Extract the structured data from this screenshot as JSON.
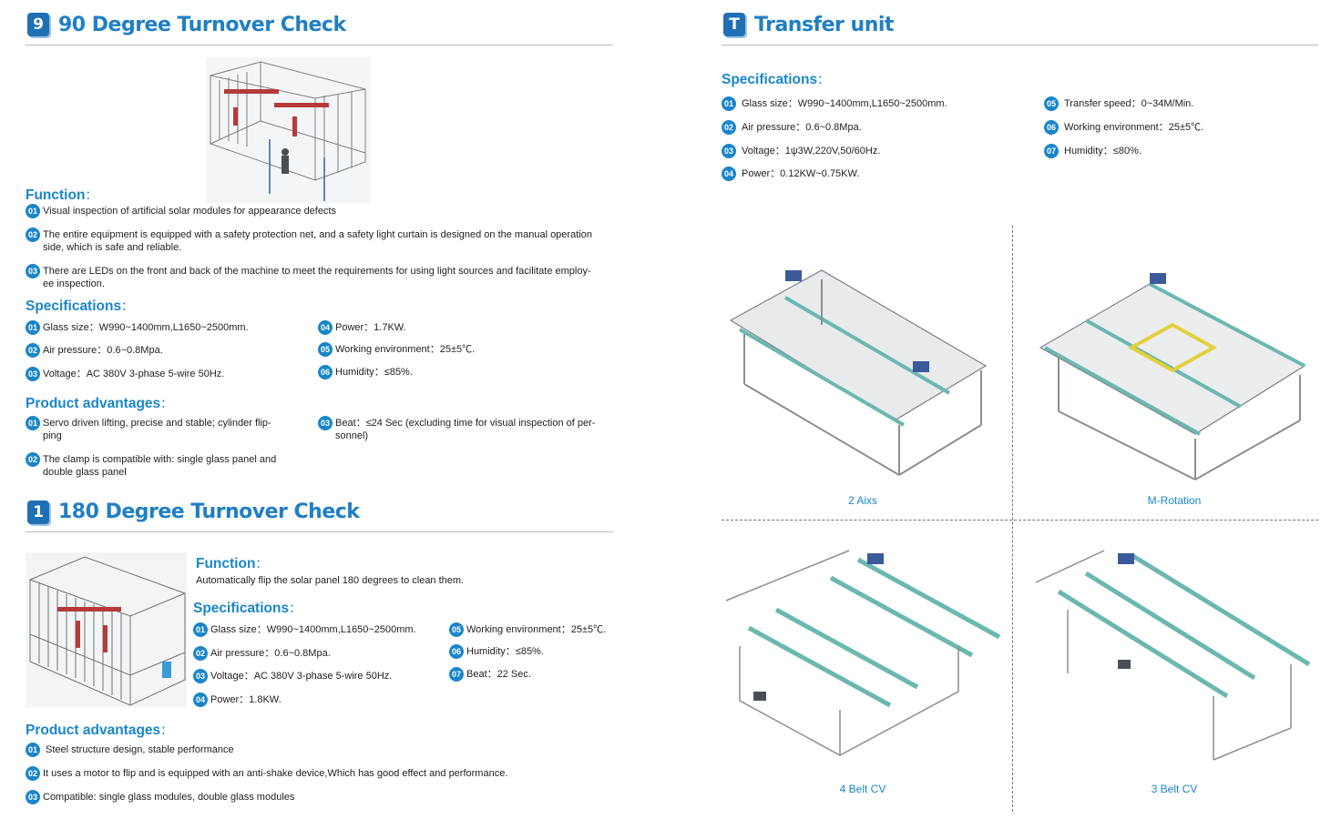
{
  "sec90": {
    "badge": "9",
    "title": "90 Degree Turnover Check",
    "function_heading": "Function",
    "function_items": [
      {
        "num": "01",
        "text": "Visual inspection of artificial solar modules for appearance defects"
      },
      {
        "num": "02",
        "line1": "The entire equipment is equipped with a safety protection net, and a safety light curtain is designed on the manual operation",
        "line2": "side, which is safe and reliable."
      },
      {
        "num": "03",
        "line1": "There are LEDs on the front and back of the machine to meet the requirements for using light sources and facilitate employ-",
        "line2": "ee inspection."
      }
    ],
    "spec_heading": "Specifications",
    "specs_left": [
      {
        "num": "01",
        "text": "Glass size：W990~1400mm,L1650~2500mm."
      },
      {
        "num": "02",
        "text": "Air pressure：0.6~0.8Mpa."
      },
      {
        "num": "03",
        "text": "Voltage：AC 380V 3-phase 5-wire 50Hz."
      }
    ],
    "specs_right": [
      {
        "num": "04",
        "text": "Power：1.7KW."
      },
      {
        "num": "05",
        "text": "Working environment：25±5℃."
      },
      {
        "num": "06",
        "text": "Humidity：≤85%."
      }
    ],
    "adv_heading": "Product advantages",
    "adv": [
      {
        "num": "01",
        "line1": "Servo driven lifting, precise and stable; cylinder flip-",
        "line2": "ping"
      },
      {
        "num": "02",
        "line1": "The clamp is compatible with: single glass panel and",
        "line2": "double glass panel"
      },
      {
        "num": "03",
        "line1": "Beat：≤24 Sec (excluding time for visual inspection of per-",
        "line2": "sonnel)"
      }
    ]
  },
  "sec180": {
    "badge": "1",
    "title": "180 Degree Turnover Check",
    "function_heading": "Function",
    "function_text": "Automatically flip the solar panel 180 degrees to clean them.",
    "spec_heading": "Specifications",
    "specs_left": [
      {
        "num": "01",
        "text": "Glass size：W990~1400mm,L1650~2500mm."
      },
      {
        "num": "02",
        "text": "Air pressure：0.6~0.8Mpa."
      },
      {
        "num": "03",
        "text": "Voltage：AC 380V 3-phase 5-wire 50Hz."
      },
      {
        "num": "04",
        "text": "Power：1.8KW."
      }
    ],
    "specs_right": [
      {
        "num": "05",
        "text": "Working environment：25±5℃."
      },
      {
        "num": "06",
        "text": "Humidity：≤85%."
      },
      {
        "num": "07",
        "text": "Beat：22 Sec."
      }
    ],
    "adv_heading": "Product advantages",
    "adv": [
      {
        "num": "01",
        "text": "Steel structure design, stable performance"
      },
      {
        "num": "02",
        "text": "It uses a motor to flip and is equipped with an anti-shake device,Which has good effect and performance."
      },
      {
        "num": "03",
        "text": "Compatible: single glass modules, double glass modules"
      }
    ]
  },
  "transfer": {
    "badge": "T",
    "title": "Transfer unit",
    "spec_heading": "Specifications",
    "specs_left": [
      {
        "num": "01",
        "text": "Glass size：W990~1400mm,L1650~2500mm."
      },
      {
        "num": "02",
        "text": "Air pressure：0.6~0.8Mpa."
      },
      {
        "num": "03",
        "text": "Voltage：1ψ3W,220V,50/60Hz."
      },
      {
        "num": "04",
        "text": "Power：0.12KW~0.75KW."
      }
    ],
    "specs_right": [
      {
        "num": "05",
        "text": "Transfer speed：0~34M/Min."
      },
      {
        "num": "06",
        "text": "Working environment：25±5℃."
      },
      {
        "num": "07",
        "text": "Humidity：≤80%."
      }
    ],
    "captions": {
      "a": "2 Aixs",
      "b": "M-Rotation",
      "c": "4 Belt CV",
      "d": "3 Belt CV"
    }
  },
  "colors": {
    "accent": "#1a86c9",
    "badge": "#1f6fb5"
  }
}
